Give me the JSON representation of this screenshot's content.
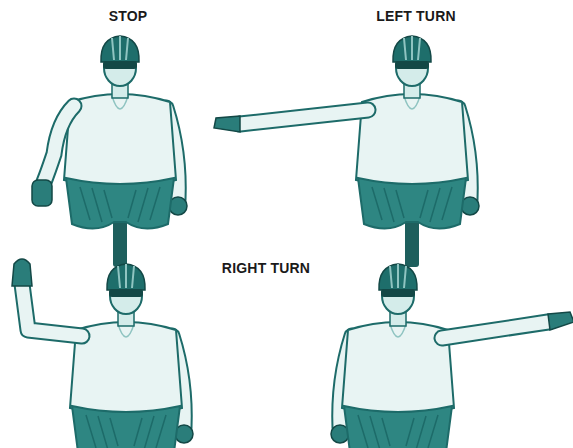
{
  "diagram": {
    "labels": [
      "STOP",
      "LEFT TURN",
      "RIGHT TURN"
    ]
  }
}
